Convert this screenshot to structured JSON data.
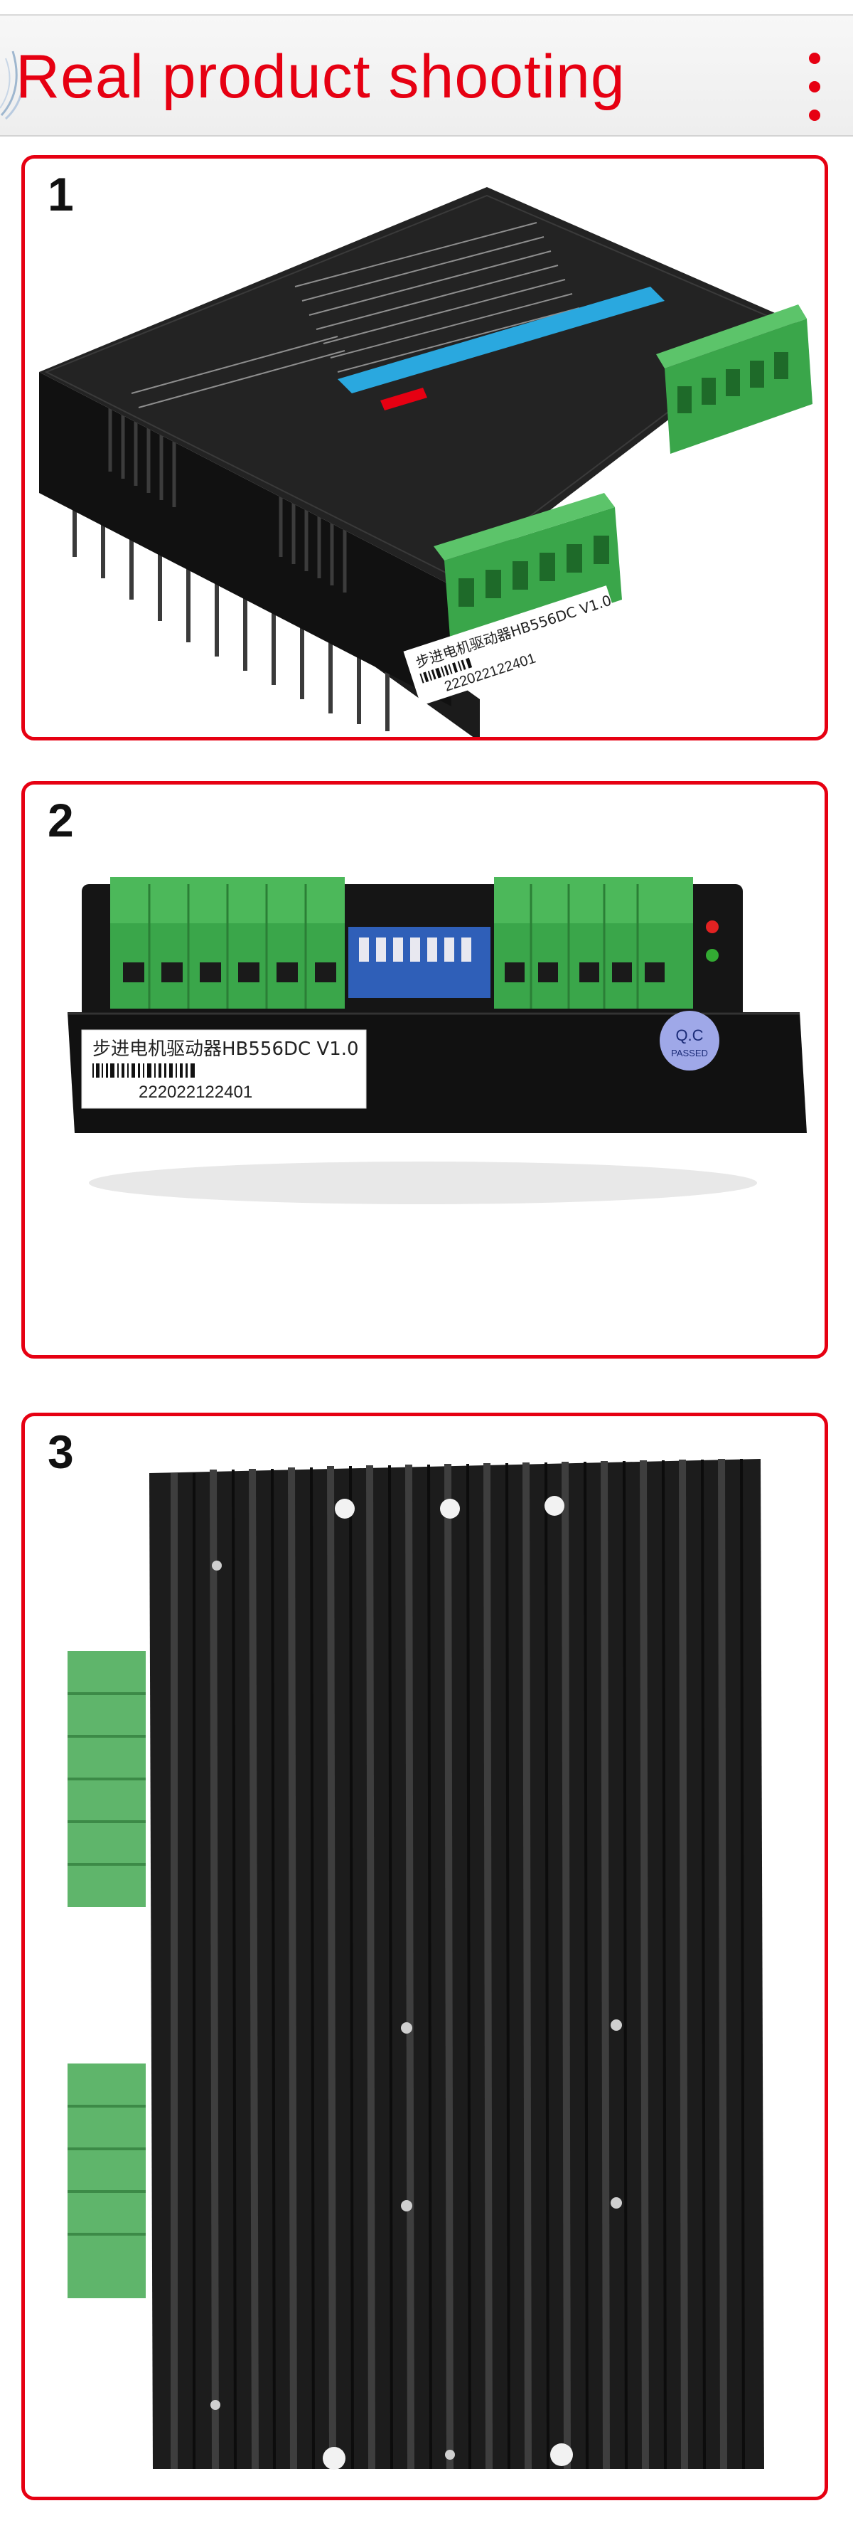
{
  "header": {
    "title": "Real product shooting",
    "menu_icon": "kebab-menu-icon",
    "accent_color": "#e60012"
  },
  "cards": [
    {
      "number": "1",
      "label_model": "步进电机驱动器HB556DC V1.0",
      "label_serial": "222022122401"
    },
    {
      "number": "2",
      "label_model": "步进电机驱动器HB556DC V1.0",
      "label_serial": "222022122401",
      "qc_line1": "Q.C",
      "qc_line2": "PASSED"
    },
    {
      "number": "3"
    }
  ]
}
